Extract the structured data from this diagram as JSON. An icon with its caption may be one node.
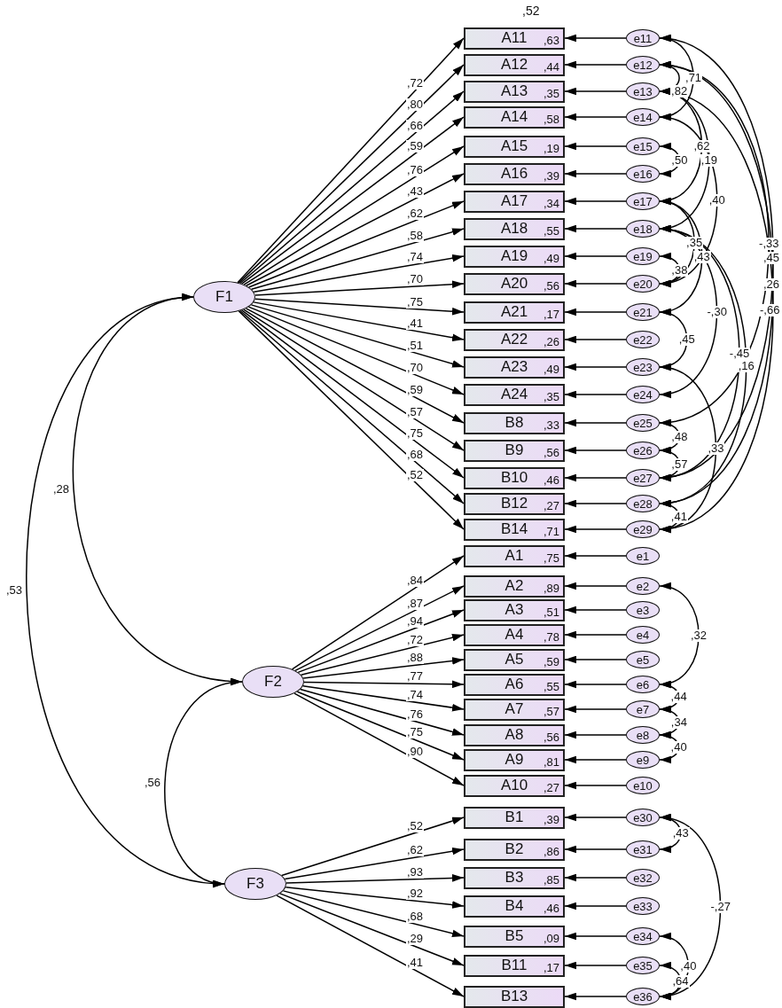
{
  "diagram": {
    "nodes": [
      {
        "text": [
          "F1"
        ]
      },
      {
        "text": [
          "F2"
        ]
      },
      {
        "text": [
          "F3"
        ]
      },
      {
        "text": [
          "A11",
          ",63"
        ]
      },
      {
        "text": [
          "A12",
          ",44"
        ]
      },
      {
        "text": [
          "A13",
          ",35"
        ]
      },
      {
        "text": [
          "A14",
          ",58"
        ]
      },
      {
        "text": [
          "A15",
          ",19"
        ]
      },
      {
        "text": [
          "A16",
          ",39"
        ]
      },
      {
        "text": [
          "A17",
          ",34"
        ]
      },
      {
        "text": [
          "A18",
          ",55"
        ]
      },
      {
        "text": [
          "A19",
          ",49"
        ]
      },
      {
        "text": [
          "A20",
          ",56"
        ]
      },
      {
        "text": [
          "A21",
          ",17"
        ]
      },
      {
        "text": [
          "A22",
          ",26"
        ]
      },
      {
        "text": [
          "A23",
          ",49"
        ]
      },
      {
        "text": [
          "A24",
          ",35"
        ]
      },
      {
        "text": [
          "B8",
          ",33"
        ]
      },
      {
        "text": [
          "B9",
          ",56"
        ]
      },
      {
        "text": [
          "B10",
          ",46"
        ]
      },
      {
        "text": [
          "B12",
          ",27"
        ]
      },
      {
        "text": [
          "B14",
          ",71"
        ]
      },
      {
        "text": [
          "A1",
          ",75"
        ]
      },
      {
        "text": [
          "A2",
          ",89"
        ]
      },
      {
        "text": [
          "A3",
          ",51"
        ]
      },
      {
        "text": [
          "A4",
          ",78"
        ]
      },
      {
        "text": [
          "A5",
          ",59"
        ]
      },
      {
        "text": [
          "A6",
          ",55"
        ]
      },
      {
        "text": [
          "A7",
          ",57"
        ]
      },
      {
        "text": [
          "A8",
          ",56"
        ]
      },
      {
        "text": [
          "A9",
          ",81"
        ]
      },
      {
        "text": [
          "A10",
          ",27"
        ]
      },
      {
        "text": [
          "B1",
          ",39"
        ]
      },
      {
        "text": [
          "B2",
          ",86"
        ]
      },
      {
        "text": [
          "B3",
          ",85"
        ]
      },
      {
        "text": [
          "B4",
          ",46"
        ]
      },
      {
        "text": [
          "B5",
          ",09"
        ]
      },
      {
        "text": [
          "B11",
          ",17"
        ]
      },
      {
        "text": [
          "B13"
        ]
      },
      {
        "text": [
          "e11"
        ]
      },
      {
        "text": [
          "e12"
        ]
      },
      {
        "text": [
          "e13"
        ]
      },
      {
        "text": [
          "e14"
        ]
      },
      {
        "text": [
          "e15"
        ]
      },
      {
        "text": [
          "e16"
        ]
      },
      {
        "text": [
          "e17"
        ]
      },
      {
        "text": [
          "e18"
        ]
      },
      {
        "text": [
          "e19"
        ]
      },
      {
        "text": [
          "e20"
        ]
      },
      {
        "text": [
          "e21"
        ]
      },
      {
        "text": [
          "e22"
        ]
      },
      {
        "text": [
          "e23"
        ]
      },
      {
        "text": [
          "e24"
        ]
      },
      {
        "text": [
          "e25"
        ]
      },
      {
        "text": [
          "e26"
        ]
      },
      {
        "text": [
          "e27"
        ]
      },
      {
        "text": [
          "e28"
        ]
      },
      {
        "text": [
          "e29"
        ]
      },
      {
        "text": [
          "e1"
        ]
      },
      {
        "text": [
          "e2"
        ]
      },
      {
        "text": [
          "e3"
        ]
      },
      {
        "text": [
          "e4"
        ]
      },
      {
        "text": [
          "e5"
        ]
      },
      {
        "text": [
          "e6"
        ]
      },
      {
        "text": [
          "e7"
        ]
      },
      {
        "text": [
          "e8"
        ]
      },
      {
        "text": [
          "e9"
        ]
      },
      {
        "text": [
          "e10"
        ]
      },
      {
        "text": [
          "e30"
        ]
      },
      {
        "text": [
          "e31"
        ]
      },
      {
        "text": [
          "e32"
        ]
      },
      {
        "text": [
          "e33"
        ]
      },
      {
        "text": [
          "e34"
        ]
      },
      {
        "text": [
          "e35"
        ]
      },
      {
        "text": [
          "e36"
        ]
      }
    ],
    "edges": [
      {
        "from": 0,
        "to": 3,
        "arrow": "to",
        "label": ",72"
      },
      {
        "from": 0,
        "to": 4,
        "arrow": "to",
        "label": ",80"
      },
      {
        "from": 0,
        "to": 5,
        "arrow": "to",
        "label": ",66"
      },
      {
        "from": 0,
        "to": 6,
        "arrow": "to",
        "label": ",59"
      },
      {
        "from": 0,
        "to": 7,
        "arrow": "to",
        "label": ",76"
      },
      {
        "from": 0,
        "to": 8,
        "arrow": "to",
        "label": ",43"
      },
      {
        "from": 0,
        "to": 9,
        "arrow": "to",
        "label": ",62"
      },
      {
        "from": 0,
        "to": 10,
        "arrow": "to",
        "label": ",58"
      },
      {
        "from": 0,
        "to": 11,
        "arrow": "to",
        "label": ",74"
      },
      {
        "from": 0,
        "to": 12,
        "arrow": "to",
        "label": ",70"
      },
      {
        "from": 0,
        "to": 13,
        "arrow": "to",
        "label": ",75"
      },
      {
        "from": 0,
        "to": 14,
        "arrow": "to",
        "label": ",41"
      },
      {
        "from": 0,
        "to": 15,
        "arrow": "to",
        "label": ",51"
      },
      {
        "from": 0,
        "to": 16,
        "arrow": "to",
        "label": ",70"
      },
      {
        "from": 0,
        "to": 17,
        "arrow": "to",
        "label": ",59"
      },
      {
        "from": 0,
        "to": 18,
        "arrow": "to",
        "label": ",57"
      },
      {
        "from": 0,
        "to": 19,
        "arrow": "to",
        "label": ",75"
      },
      {
        "from": 0,
        "to": 20,
        "arrow": "to",
        "label": ",68"
      },
      {
        "from": 0,
        "to": 21,
        "arrow": "to",
        "label": ",52"
      },
      {
        "from": 1,
        "to": 22,
        "arrow": "to",
        "label": ",84"
      },
      {
        "from": 1,
        "to": 23,
        "arrow": "to",
        "label": ",87"
      },
      {
        "from": 1,
        "to": 24,
        "arrow": "to",
        "label": ",94"
      },
      {
        "from": 1,
        "to": 25,
        "arrow": "to",
        "label": ",72"
      },
      {
        "from": 1,
        "to": 26,
        "arrow": "to",
        "label": ",88"
      },
      {
        "from": 1,
        "to": 27,
        "arrow": "to",
        "label": ",77"
      },
      {
        "from": 1,
        "to": 28,
        "arrow": "to",
        "label": ",74"
      },
      {
        "from": 1,
        "to": 29,
        "arrow": "to",
        "label": ",76"
      },
      {
        "from": 1,
        "to": 30,
        "arrow": "to",
        "label": ",75"
      },
      {
        "from": 1,
        "to": 31,
        "arrow": "to",
        "label": ",90"
      },
      {
        "from": 2,
        "to": 32,
        "arrow": "to",
        "label": ",52"
      },
      {
        "from": 2,
        "to": 33,
        "arrow": "to",
        "label": ",62"
      },
      {
        "from": 2,
        "to": 34,
        "arrow": "to",
        "label": ",93"
      },
      {
        "from": 2,
        "to": 35,
        "arrow": "to",
        "label": ",92"
      },
      {
        "from": 2,
        "to": 36,
        "arrow": "to",
        "label": ",68"
      },
      {
        "from": 2,
        "to": 37,
        "arrow": "to",
        "label": ",29"
      },
      {
        "from": 2,
        "to": 38,
        "arrow": "to",
        "label": ",41"
      },
      {
        "from": 39,
        "to": 3,
        "arrow": "to"
      },
      {
        "from": 40,
        "to": 4,
        "arrow": "to"
      },
      {
        "from": 41,
        "to": 5,
        "arrow": "to"
      },
      {
        "from": 42,
        "to": 6,
        "arrow": "to"
      },
      {
        "from": 43,
        "to": 7,
        "arrow": "to"
      },
      {
        "from": 44,
        "to": 8,
        "arrow": "to"
      },
      {
        "from": 45,
        "to": 9,
        "arrow": "to"
      },
      {
        "from": 46,
        "to": 10,
        "arrow": "to"
      },
      {
        "from": 47,
        "to": 11,
        "arrow": "to"
      },
      {
        "from": 48,
        "to": 12,
        "arrow": "to"
      },
      {
        "from": 49,
        "to": 13,
        "arrow": "to"
      },
      {
        "from": 50,
        "to": 14,
        "arrow": "to"
      },
      {
        "from": 51,
        "to": 15,
        "arrow": "to"
      },
      {
        "from": 52,
        "to": 16,
        "arrow": "to"
      },
      {
        "from": 53,
        "to": 17,
        "arrow": "to"
      },
      {
        "from": 54,
        "to": 18,
        "arrow": "to"
      },
      {
        "from": 55,
        "to": 19,
        "arrow": "to"
      },
      {
        "from": 56,
        "to": 20,
        "arrow": "to"
      },
      {
        "from": 57,
        "to": 21,
        "arrow": "to"
      },
      {
        "from": 58,
        "to": 22,
        "arrow": "to"
      },
      {
        "from": 59,
        "to": 23,
        "arrow": "to"
      },
      {
        "from": 60,
        "to": 24,
        "arrow": "to"
      },
      {
        "from": 61,
        "to": 25,
        "arrow": "to"
      },
      {
        "from": 62,
        "to": 26,
        "arrow": "to"
      },
      {
        "from": 63,
        "to": 27,
        "arrow": "to"
      },
      {
        "from": 64,
        "to": 28,
        "arrow": "to"
      },
      {
        "from": 65,
        "to": 29,
        "arrow": "to"
      },
      {
        "from": 66,
        "to": 30,
        "arrow": "to"
      },
      {
        "from": 67,
        "to": 31,
        "arrow": "to"
      },
      {
        "from": 68,
        "to": 32,
        "arrow": "to"
      },
      {
        "from": 69,
        "to": 33,
        "arrow": "to"
      },
      {
        "from": 70,
        "to": 34,
        "arrow": "to"
      },
      {
        "from": 71,
        "to": 35,
        "arrow": "to"
      },
      {
        "from": 72,
        "to": 36,
        "arrow": "to"
      },
      {
        "from": 73,
        "to": 37,
        "arrow": "to"
      },
      {
        "from": 74,
        "to": 38,
        "arrow": "to"
      },
      {
        "from": 0,
        "to": 1,
        "arrow": "both",
        "label": ",28"
      },
      {
        "from": 0,
        "to": 2,
        "arrow": "both",
        "label": ",53"
      },
      {
        "from": 1,
        "to": 2,
        "arrow": "both",
        "label": ",56"
      },
      {
        "from": 39,
        "to": 42,
        "arrow": "both",
        "label": ",71"
      },
      {
        "from": 40,
        "to": 41,
        "arrow": "both",
        "label": ",82"
      },
      {
        "from": 40,
        "to": 56,
        "arrow": "both",
        "label": ",26"
      },
      {
        "from": 43,
        "to": 44,
        "arrow": "both",
        "label": ",50"
      },
      {
        "from": 41,
        "to": 45,
        "arrow": "both",
        "label": ",62"
      },
      {
        "from": 41,
        "to": 46,
        "arrow": "both",
        "label": ",19"
      },
      {
        "from": 42,
        "to": 48,
        "arrow": "both",
        "label": ",40"
      },
      {
        "from": 40,
        "to": 53,
        "arrow": "both",
        "label": "-,33"
      },
      {
        "from": 45,
        "to": 48,
        "arrow": "both",
        "label": ",35"
      },
      {
        "from": 39,
        "to": 55,
        "arrow": "both",
        "label": ",45"
      },
      {
        "from": 47,
        "to": 48,
        "arrow": "both",
        "label": ",38"
      },
      {
        "from": 45,
        "to": 49,
        "arrow": "both",
        "label": ",43"
      },
      {
        "from": 46,
        "to": 52,
        "arrow": "both",
        "label": "-,30"
      },
      {
        "from": 46,
        "to": 55,
        "arrow": "both",
        "label": "-,45"
      },
      {
        "from": 49,
        "to": 51,
        "arrow": "both",
        "label": ",45"
      },
      {
        "from": 46,
        "to": 56,
        "arrow": "both",
        "label": ",16"
      },
      {
        "from": 41,
        "to": 57,
        "arrow": "both",
        "label": "-,66"
      },
      {
        "from": 53,
        "to": 54,
        "arrow": "both",
        "label": ",48"
      },
      {
        "from": 51,
        "to": 57,
        "arrow": "both",
        "label": ",33"
      },
      {
        "from": 54,
        "to": 55,
        "arrow": "both",
        "label": ",57"
      },
      {
        "from": 56,
        "to": 57,
        "arrow": "both",
        "label": ",41"
      },
      {
        "from": 59,
        "to": 63,
        "arrow": "both",
        "label": ",32"
      },
      {
        "from": 63,
        "to": 64,
        "arrow": "both",
        "label": ",44"
      },
      {
        "from": 64,
        "to": 65,
        "arrow": "both",
        "label": ",34"
      },
      {
        "from": 65,
        "to": 66,
        "arrow": "both",
        "label": ",40"
      },
      {
        "from": 68,
        "to": 69,
        "arrow": "both",
        "label": ",43"
      },
      {
        "from": 68,
        "to": 74,
        "arrow": "both",
        "label": "-,27"
      },
      {
        "from": 72,
        "to": 74,
        "arrow": "both",
        "label": ",40"
      },
      {
        "from": 73,
        "to": 74,
        "arrow": "both",
        "label": ",64"
      }
    ],
    "labels": [
      ",52"
    ]
  }
}
